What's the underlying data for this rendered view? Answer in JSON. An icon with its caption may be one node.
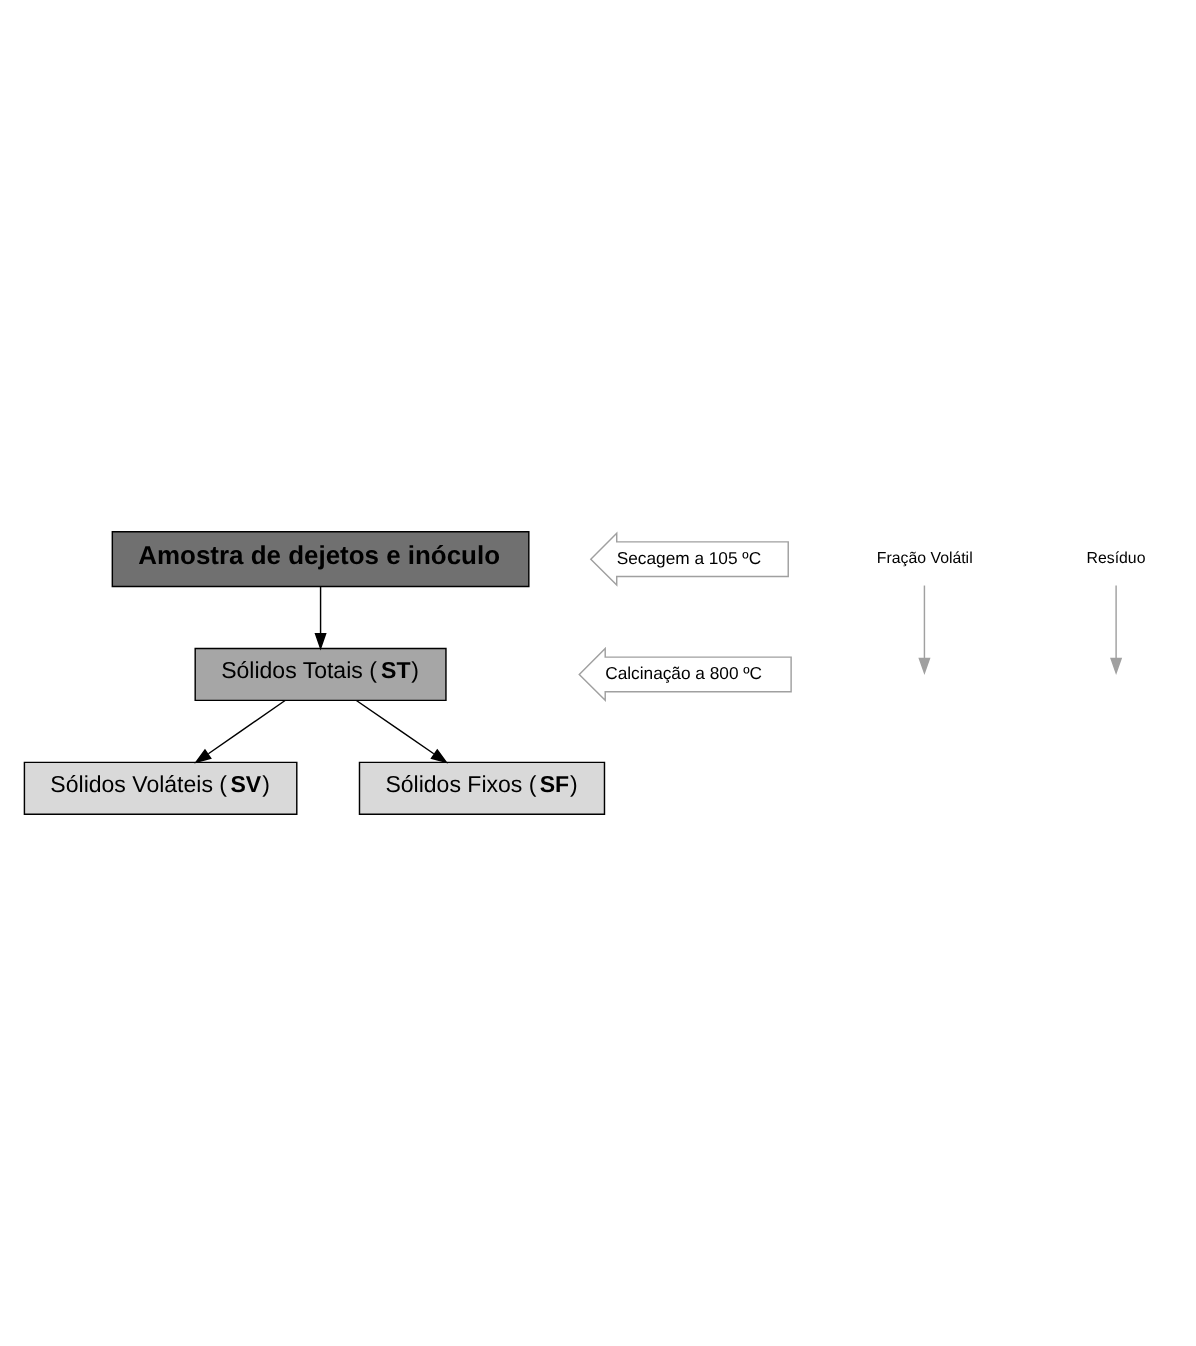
{
  "diagram": {
    "nodes": [
      {
        "text": [
          "Amostra de dejetos e inóculo"
        ]
      },
      {
        "text": [
          "Sólidos Totais (**ST**)"
        ]
      },
      {
        "text": [
          "Sólidos Voláteis (**SV**)"
        ]
      },
      {
        "text": [
          "Sólidos Fixos (**SF**)"
        ]
      },
      {
        "text": [
          "Secagem a 105 ºC"
        ]
      },
      {
        "text": [
          "Calcinação a 800 ºC"
        ]
      },
      {
        "text": [
          "Fração Volátil"
        ]
      },
      {
        "text": [
          "Resíduo"
        ]
      }
    ],
    "edges": [
      {
        "from": 0,
        "to": 1,
        "arrow": "to"
      },
      {
        "from": 1,
        "to": 2,
        "arrow": "to"
      },
      {
        "from": 1,
        "to": 3,
        "arrow": "to"
      },
      {
        "from": 6,
        "to": null,
        "arrow": "to",
        "color": "#a0a0a0"
      },
      {
        "from": 7,
        "to": null,
        "arrow": "to",
        "color": "#a0a0a0"
      }
    ]
  }
}
